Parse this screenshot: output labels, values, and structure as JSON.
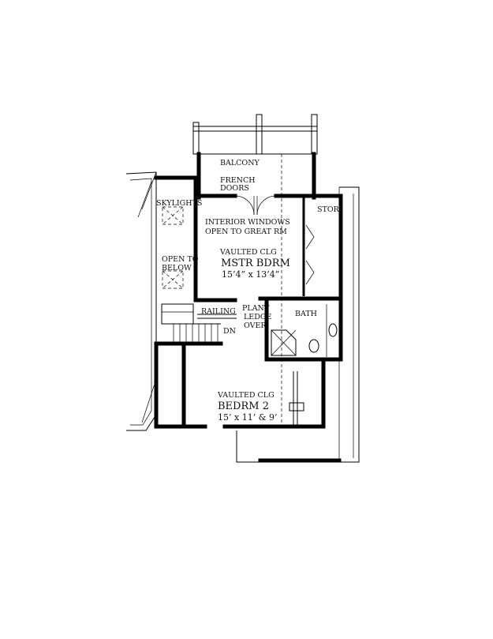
{
  "labels": {
    "balcony": "BALCONY",
    "french_doors_1": "FRENCH",
    "french_doors_2": "DOORS",
    "skylights": "SKYLIGHTS",
    "stor": "STOR",
    "interior_windows_1": "INTERIOR WINDOWS",
    "interior_windows_2": "OPEN TO GREAT RM",
    "open_to_1": "OPEN TO",
    "open_to_2": "BELOW",
    "mstr_clg": "VAULTED CLG",
    "mstr_name": "MSTR BDRM",
    "mstr_dims": "15’4” x 13’4”",
    "railing": "RAILING",
    "plant_1": "PLANT",
    "plant_2": "LEDGE",
    "plant_3": "OVER",
    "bath": "BATH",
    "dn": "DN",
    "bed2_clg": "VAULTED CLG",
    "bed2_name": "BEDRM 2",
    "bed2_dims": "15’ x 11’ & 9’"
  }
}
